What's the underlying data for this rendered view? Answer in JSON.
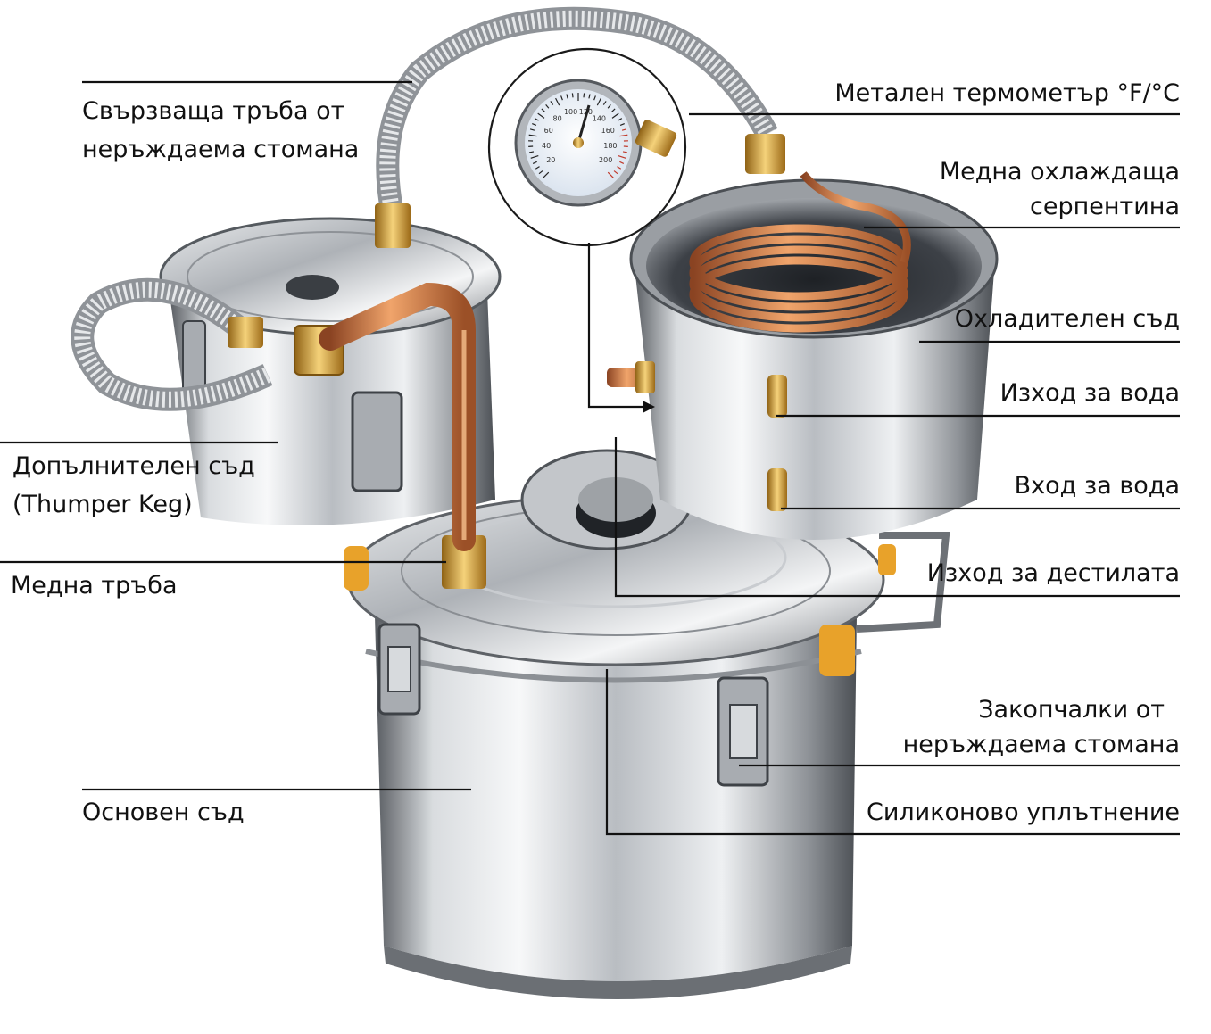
{
  "labels": {
    "connecting_tube": [
      "Свързваща тръба от",
      "неръждаема стомана"
    ],
    "thermometer": "Метален термометър °F/°C",
    "copper_coil": [
      "Медна охлаждаща",
      "серпентина"
    ],
    "cooling_vessel": "Охладителен съд",
    "water_outlet": "Изход за вода",
    "water_inlet": "Вход за вода",
    "distillate_outlet": "Изход за дестилата",
    "thumper_keg": [
      "Допълнителен съд",
      "(Thumper Keg)"
    ],
    "copper_pipe": "Медна тръба",
    "clamps": [
      "Закопчалки от",
      "неръждаема стомана"
    ],
    "silicone_seal": "Силиконово уплътнение",
    "main_vessel": "Основен съд"
  },
  "gauge": {
    "scale_marks": [
      "20",
      "40",
      "60",
      "80",
      "100",
      "120",
      "140",
      "160",
      "180",
      "200"
    ]
  },
  "colors": {
    "steel_light": "#f2f3f4",
    "steel_dark": "#6d7176",
    "copper": "#c8733f",
    "brass": "#d8a23a",
    "orange_silicone": "#e8a22a",
    "line": "#111111"
  }
}
